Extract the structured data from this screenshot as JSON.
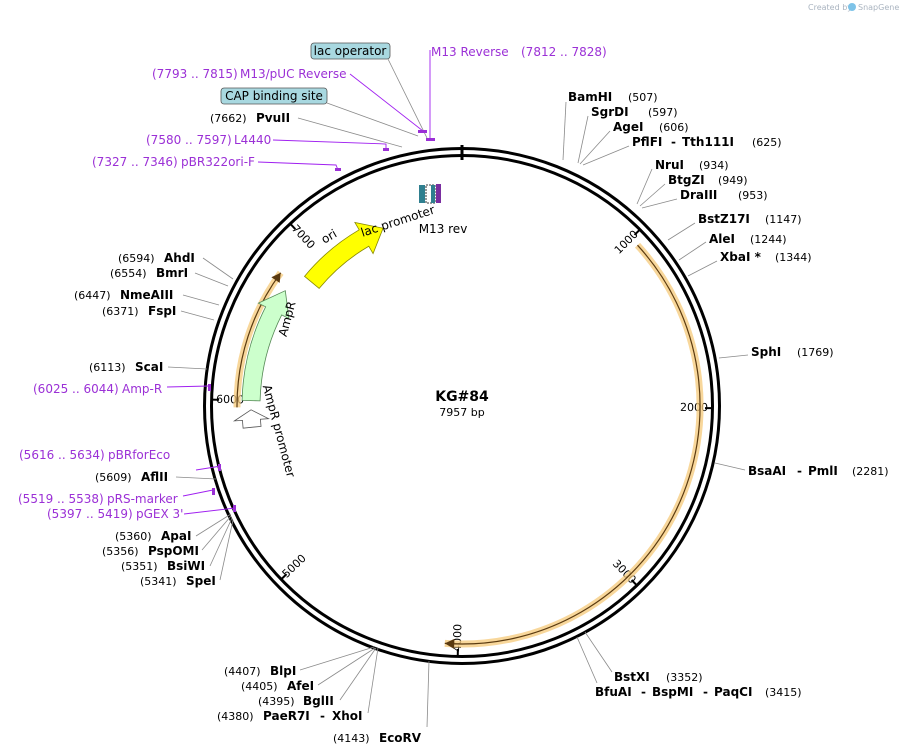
{
  "map": {
    "name": "KG#84",
    "size_label": "7957 bp",
    "total_bp": 7957,
    "credit_prefix": "Created by",
    "credit_brand": "SnapGene",
    "colors": {
      "backbone": "#000000",
      "ori": "#ffff00",
      "ampr": "#ccffcc",
      "orf": "#f5c97a",
      "primer": "#9b30d6",
      "feature_box": "#a8d8e0"
    }
  },
  "ticks": [
    {
      "label": "1000",
      "pos": 1000
    },
    {
      "label": "2000",
      "pos": 2000
    },
    {
      "label": "3000",
      "pos": 3000
    },
    {
      "label": "4000",
      "pos": 4000
    },
    {
      "label": "5000",
      "pos": 5000
    },
    {
      "label": "6000",
      "pos": 6000
    },
    {
      "label": "7000",
      "pos": 7000
    }
  ],
  "sites": [
    {
      "pos": 507,
      "names": [
        "BamHI"
      ],
      "coord": "(507)"
    },
    {
      "pos": 597,
      "names": [
        "SgrDI"
      ],
      "coord": "(597)"
    },
    {
      "pos": 606,
      "names": [
        "AgeI"
      ],
      "coord": "(606)"
    },
    {
      "pos": 625,
      "names": [
        "PflFI",
        "Tth111I"
      ],
      "coord": "(625)"
    },
    {
      "pos": 934,
      "names": [
        "NruI"
      ],
      "coord": "(934)"
    },
    {
      "pos": 949,
      "names": [
        "BtgZI"
      ],
      "coord": "(949)"
    },
    {
      "pos": 953,
      "names": [
        "DraIII"
      ],
      "coord": "(953)"
    },
    {
      "pos": 1147,
      "names": [
        "BstZ17I"
      ],
      "coord": "(1147)"
    },
    {
      "pos": 1244,
      "names": [
        "AleI"
      ],
      "coord": "(1244)"
    },
    {
      "pos": 1344,
      "names": [
        "XbaI *"
      ],
      "coord": "(1344)"
    },
    {
      "pos": 1769,
      "names": [
        "SphI"
      ],
      "coord": "(1769)"
    },
    {
      "pos": 2281,
      "names": [
        "BsaAI",
        "PmlI"
      ],
      "coord": "(2281)"
    },
    {
      "pos": 3352,
      "names": [
        "BstXI"
      ],
      "coord": "(3352)"
    },
    {
      "pos": 3415,
      "names": [
        "BfuAI",
        "BspMI",
        "PaqCI"
      ],
      "coord": "(3415)"
    },
    {
      "pos": 4143,
      "names": [
        "EcoRV"
      ],
      "coord": "(4143)"
    },
    {
      "pos": 4380,
      "names": [
        "PaeR7I",
        "XhoI"
      ],
      "coord": "(4380)"
    },
    {
      "pos": 4395,
      "names": [
        "BglII"
      ],
      "coord": "(4395)"
    },
    {
      "pos": 4405,
      "names": [
        "AfeI"
      ],
      "coord": "(4405)"
    },
    {
      "pos": 4407,
      "names": [
        "BlpI"
      ],
      "coord": "(4407)"
    },
    {
      "pos": 5341,
      "names": [
        "SpeI"
      ],
      "coord": "(5341)"
    },
    {
      "pos": 5351,
      "names": [
        "BsiWI"
      ],
      "coord": "(5351)"
    },
    {
      "pos": 5356,
      "names": [
        "PspOMI"
      ],
      "coord": "(5356)"
    },
    {
      "pos": 5360,
      "names": [
        "ApaI"
      ],
      "coord": "(5360)"
    },
    {
      "pos": 5609,
      "names": [
        "AflII"
      ],
      "coord": "(5609)"
    },
    {
      "pos": 6113,
      "names": [
        "ScaI"
      ],
      "coord": "(6113)"
    },
    {
      "pos": 6371,
      "names": [
        "FspI"
      ],
      "coord": "(6371)"
    },
    {
      "pos": 6447,
      "names": [
        "NmeAIII"
      ],
      "coord": "(6447)"
    },
    {
      "pos": 6554,
      "names": [
        "BmrI"
      ],
      "coord": "(6554)"
    },
    {
      "pos": 6594,
      "names": [
        "AhdI"
      ],
      "coord": "(6594)"
    },
    {
      "pos": 7662,
      "names": [
        "PvuII"
      ],
      "coord": "(7662)"
    }
  ],
  "primers": [
    {
      "name": "M13 Reverse",
      "range": "(7812 .. 7828)",
      "start": 7812,
      "end": 7828
    },
    {
      "name": "M13/pUC Reverse",
      "range": "(7793 .. 7815)",
      "start": 7793,
      "end": 7815
    },
    {
      "name": "L4440",
      "range": "(7580 .. 7597)",
      "start": 7580,
      "end": 7597
    },
    {
      "name": "pBR322ori-F",
      "range": "(7327 .. 7346)",
      "start": 7327,
      "end": 7346
    },
    {
      "name": "Amp-R",
      "range": "(6025 .. 6044)",
      "start": 6025,
      "end": 6044
    },
    {
      "name": "pBRforEco",
      "range": "(5616 .. 5634)",
      "start": 5616,
      "end": 5634
    },
    {
      "name": "pRS-marker",
      "range": "(5519 .. 5538)",
      "start": 5519,
      "end": 5538
    },
    {
      "name": "pGEX 3'",
      "range": "(5397 .. 5419)",
      "start": 5397,
      "end": 5419
    }
  ],
  "features": [
    {
      "name": "ori",
      "start": 6840,
      "end": 7428
    },
    {
      "name": "AmpR",
      "start": 6000,
      "end": 6700
    },
    {
      "name": "AmpR promoter",
      "start": 5840,
      "end": 5945
    },
    {
      "name": "lac promoter",
      "start": 7757,
      "end": 7787
    },
    {
      "name": "M13 rev",
      "start": 7812,
      "end": 7828
    },
    {
      "name": "orf_large",
      "start": 1050,
      "end": 4070
    },
    {
      "name": "orf_left",
      "start": 5960,
      "end": 6770
    }
  ],
  "boxed_labels": [
    {
      "name": "lac operator"
    },
    {
      "name": "CAP binding site"
    }
  ]
}
